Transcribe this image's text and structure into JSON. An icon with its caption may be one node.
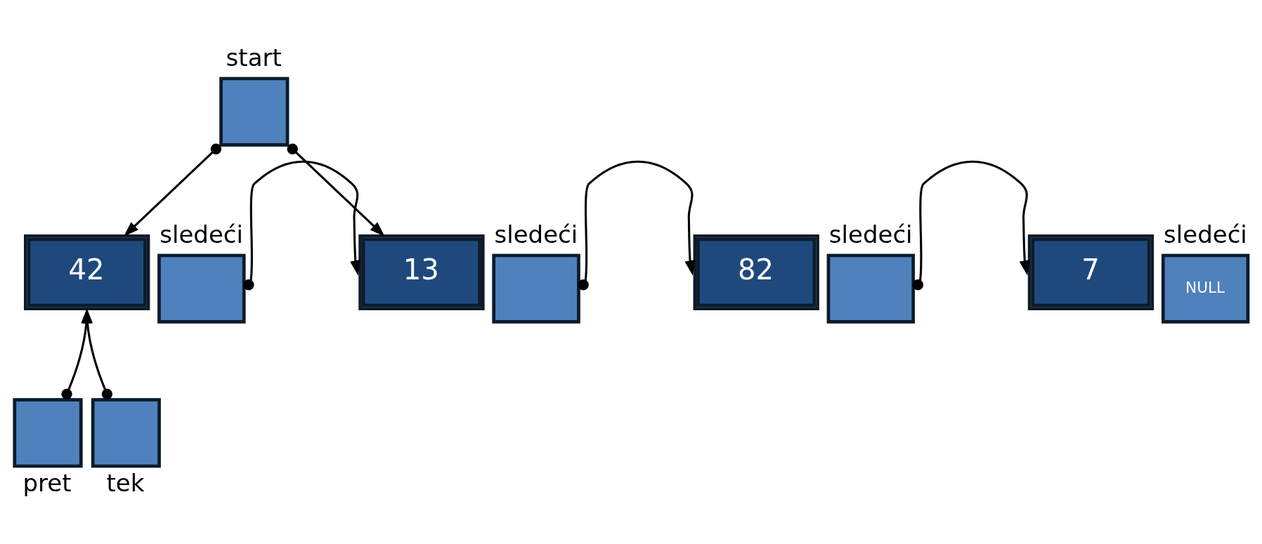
{
  "diagram": {
    "nodes": [
      {
        "text": [
          "start"
        ]
      },
      {
        "text": [
          "42"
        ]
      },
      {
        "text": [
          "sledeći"
        ]
      },
      {
        "text": [
          "13"
        ]
      },
      {
        "text": [
          "sledeći"
        ]
      },
      {
        "text": [
          "82"
        ]
      },
      {
        "text": [
          "sledeći"
        ]
      },
      {
        "text": [
          "7"
        ]
      },
      {
        "text": [
          "sledeći",
          "NULL"
        ]
      },
      {
        "text": [
          "pret"
        ]
      },
      {
        "text": [
          "tek"
        ]
      }
    ],
    "edges": [
      {
        "from": 0,
        "to": 1,
        "arrow": "to"
      },
      {
        "from": 0,
        "to": 3,
        "arrow": "to"
      },
      {
        "from": 2,
        "to": 3,
        "arrow": "to"
      },
      {
        "from": 4,
        "to": 5,
        "arrow": "to"
      },
      {
        "from": 6,
        "to": 7,
        "arrow": "to"
      },
      {
        "from": 9,
        "to": 1,
        "arrow": "to"
      },
      {
        "from": 10,
        "to": 1,
        "arrow": "to"
      }
    ]
  }
}
